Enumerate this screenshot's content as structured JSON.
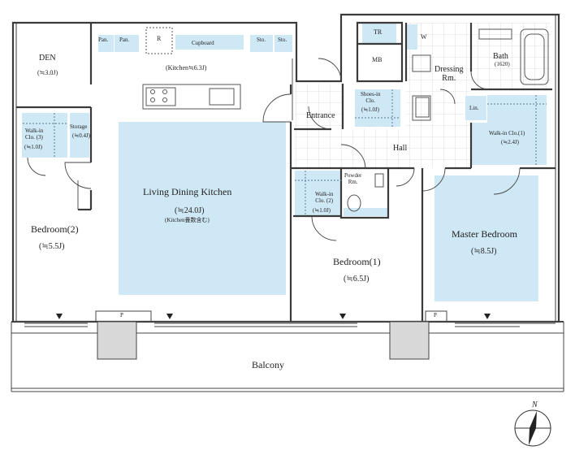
{
  "rooms": {
    "den": {
      "name": "DEN",
      "area": "(≒3.0J)"
    },
    "kitchen": {
      "name": "(Kitchen≒6.3J)"
    },
    "pantry": [
      "Pan.",
      "Pan."
    ],
    "refrigerator": "R",
    "cupboard": "Cupboard",
    "storage_top": [
      "Sto.",
      "Sto."
    ],
    "tr": "TR",
    "mb": "MB",
    "w": "W",
    "dressing": "Dressing\nRm.",
    "bath": {
      "name": "Bath",
      "size": "(1620)"
    },
    "shoes": {
      "name": "Shoes-in\nClo.",
      "area": "(≒1.0J)"
    },
    "entrance": "Entrance",
    "linen": "Lin.",
    "walkin1": {
      "name": "Walk-in Clo.(1)",
      "area": "(≒2.4J)"
    },
    "walkin3": {
      "name": "Walk-in\nClo. (3)",
      "area": "(≒1.0J)"
    },
    "storage_left": {
      "name": "Storage",
      "area": "(≒0.4J)"
    },
    "hall": "Hall",
    "ldk": {
      "name": "Living Dining Kitchen",
      "area": "(≒24.0J)",
      "note": "(Kitchen畳数含む)"
    },
    "powder": "Powder\nRm.",
    "walkin2": {
      "name": "Walk-in\nClo. (2)",
      "area": "(≒1.0J)"
    },
    "bedroom2": {
      "name": "Bedroom(2)",
      "area": "(≒5.5J)"
    },
    "bedroom1": {
      "name": "Bedroom(1)",
      "area": "(≒6.5J)"
    },
    "master": {
      "name": "Master Bedroom",
      "area": "(≒8.5J)"
    },
    "balcony": "Balcony"
  },
  "markers": {
    "pipe_shaft": [
      "P",
      "P"
    ]
  },
  "compass": {
    "label": "N"
  },
  "colors": {
    "accent": "#cfe8f5",
    "wall": "#3a3a3a",
    "pillar": "#d8d8d8",
    "tile": "#bdbdbd"
  }
}
